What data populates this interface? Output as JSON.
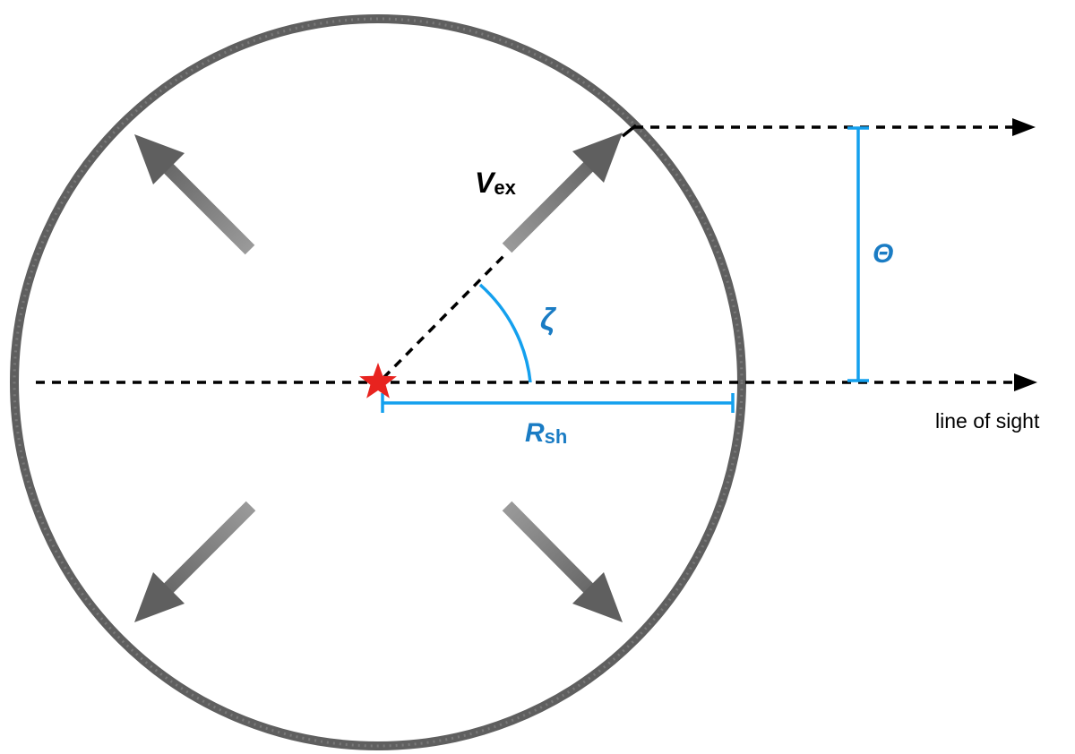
{
  "labels": {
    "velocity_main": "V",
    "velocity_sub": "ex",
    "angle_zeta": "ζ",
    "angle_theta": "Θ",
    "radius_main": "R",
    "radius_sub": "sh",
    "line_of_sight": "line of sight"
  },
  "colors": {
    "shell": "#5f5f5f",
    "arrow": "#6a6a6a",
    "dashed": "#000000",
    "accent_blue": "#14a0ee",
    "label_blue": "#1a7cc4",
    "star": "#e8231f"
  },
  "icons": {
    "center": "star-icon",
    "expansion": "arrow-icon"
  }
}
